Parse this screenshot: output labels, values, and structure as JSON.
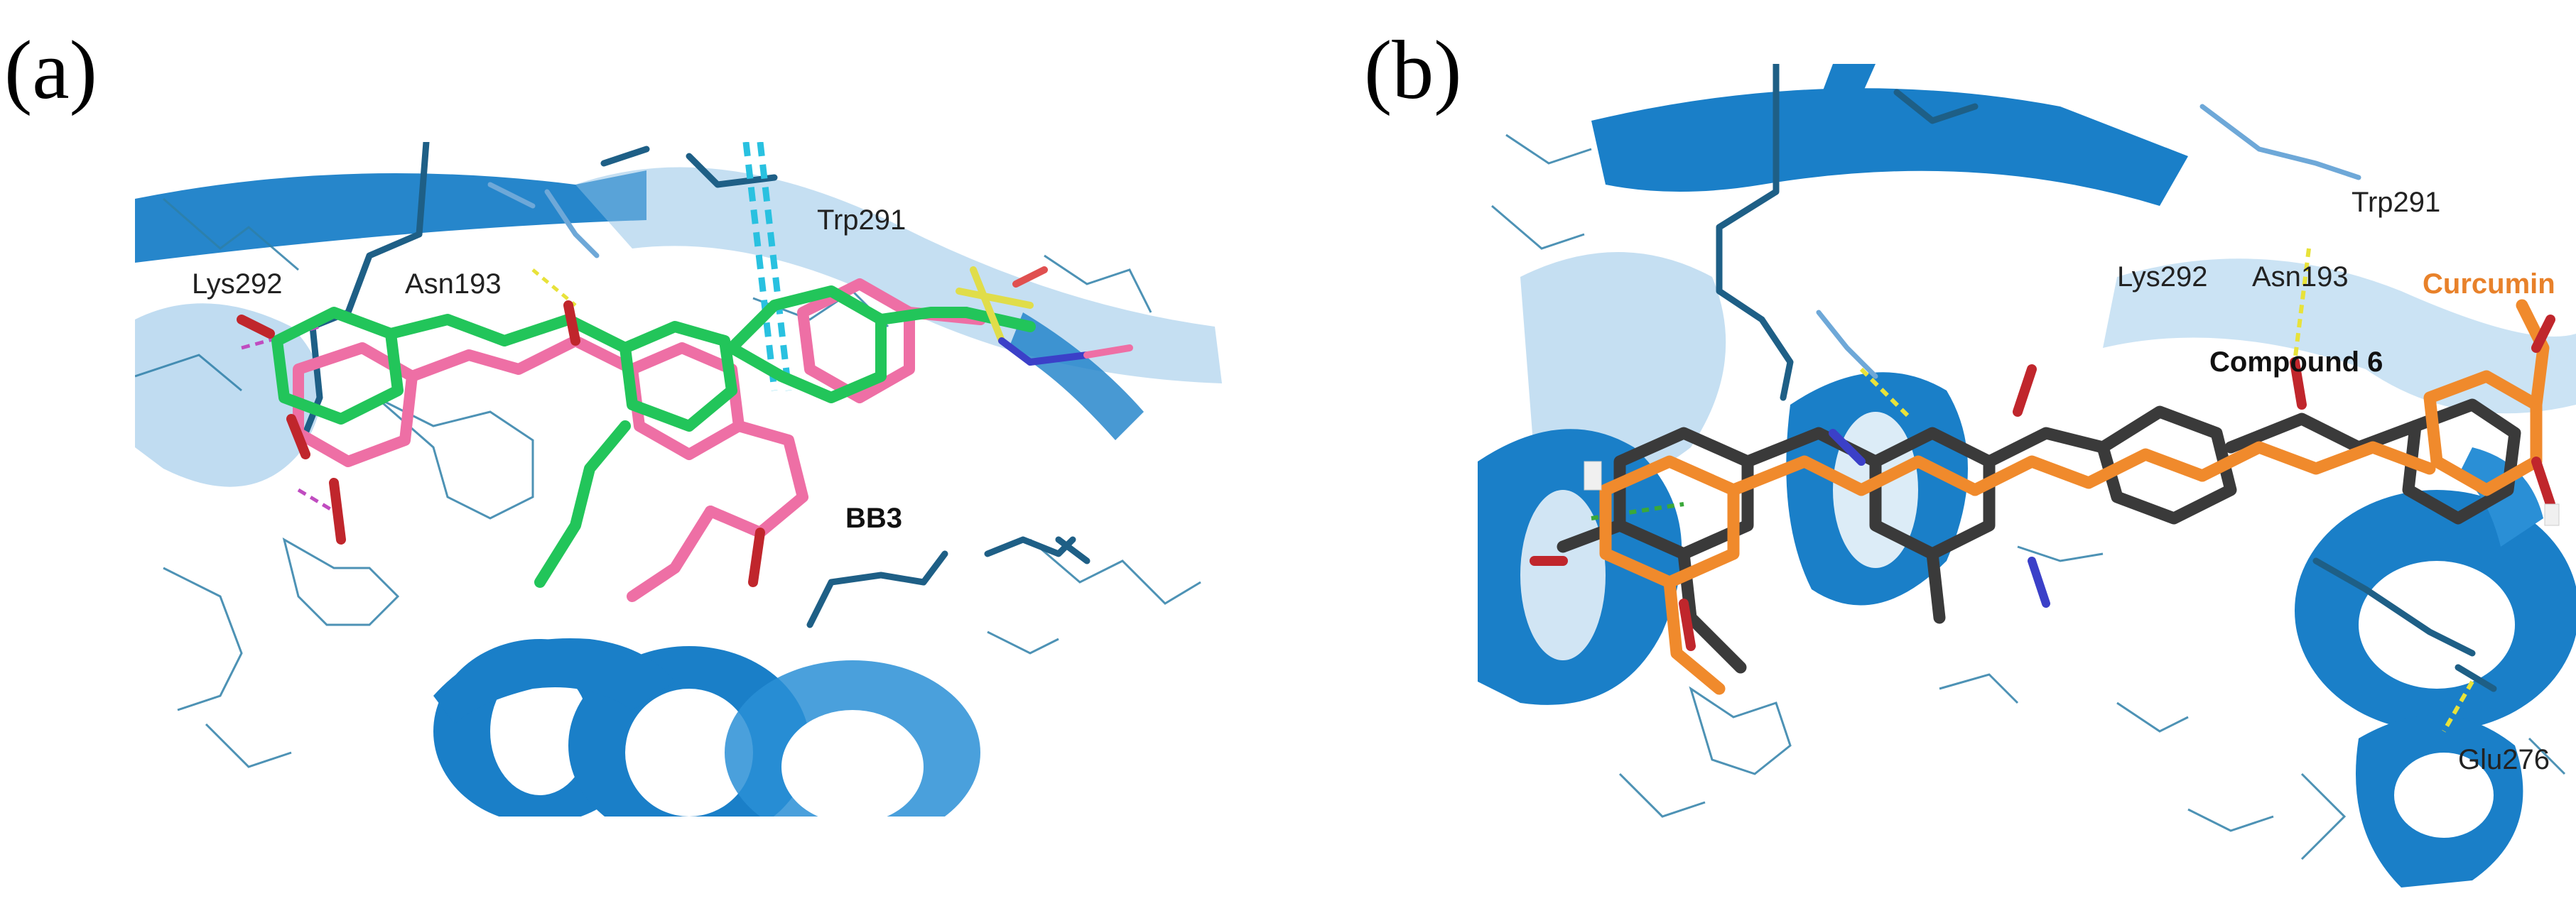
{
  "panels": [
    {
      "letter": "(a)",
      "labels": {
        "lys": "Lys292",
        "asn": "Asn193",
        "trp": "Trp291",
        "ligand": "BB3"
      }
    },
    {
      "letter": "(b)",
      "labels": {
        "lys": "Lys292",
        "asn": "Asn193",
        "trp": "Trp291",
        "ligand1": "Curcumin",
        "ligand2": "Compound 6",
        "glu": "Glu276"
      }
    }
  ],
  "colors": {
    "helix": "#1a7fc8",
    "helix_light": "#8cc0e6",
    "backbone_dark": "#1e5f86",
    "green_ligand": "#22c55a",
    "pink_ligand": "#ee6fa5",
    "orange_ligand": "#f08a2c",
    "gray_ligand": "#3a3a3a",
    "h_bond_yellow": "#e8e23a",
    "cyan_contact": "#29c1e0",
    "curcumin_label": "#e8812a"
  }
}
